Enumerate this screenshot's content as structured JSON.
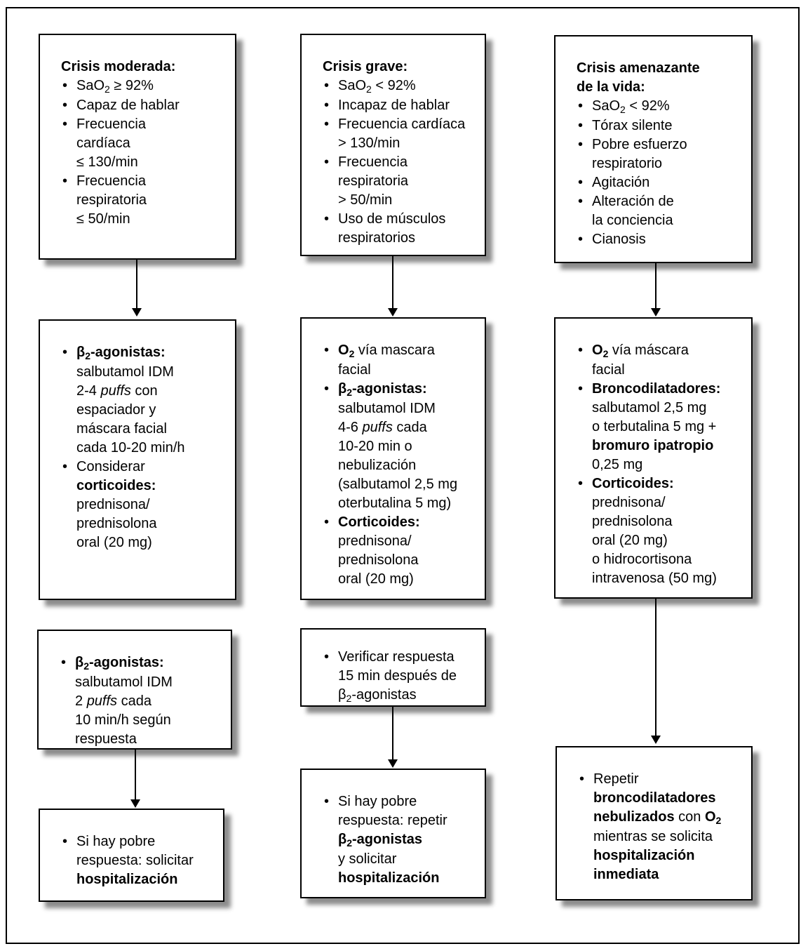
{
  "figure": {
    "kind": "clinical-flowchart",
    "language": "es",
    "description": "Manejo de la crisis de asma según gravedad"
  },
  "colors": {
    "border": "#000000",
    "background": "#ffffff",
    "shadow": "#999999",
    "text": "#000000"
  },
  "columns": [
    {
      "name": "Crisis moderada",
      "boxes": [
        {
          "id": "moderada-criterios",
          "title": "Crisis moderada:",
          "items": [
            [
              {
                "t": "SaO",
                "s": ""
              },
              {
                "t": "2",
                "s": "sub"
              },
              {
                "t": " ≥ 92%",
                "s": ""
              }
            ],
            [
              {
                "t": "Capaz de hablar",
                "s": ""
              }
            ],
            [
              {
                "t": "Frecuencia\ncardíaca\n≤ 130/min",
                "s": ""
              }
            ],
            [
              {
                "t": "Frecuencia\nrespiratoria\n≤ 50/min",
                "s": ""
              }
            ]
          ]
        },
        {
          "id": "moderada-tratamiento",
          "items": [
            [
              {
                "t": "β",
                "s": "b"
              },
              {
                "t": "2",
                "s": "b sub"
              },
              {
                "t": "-agonistas:",
                "s": "b"
              },
              {
                "t": "\nsalbutamol IDM\n2-4 ",
                "s": ""
              },
              {
                "t": "puffs",
                "s": "i"
              },
              {
                "t": " con\nespaciador y\nmáscara facial\ncada 10-20 min/h",
                "s": ""
              }
            ],
            [
              {
                "t": "Considerar\n",
                "s": ""
              },
              {
                "t": "corticoides:",
                "s": "b"
              },
              {
                "t": "\nprednisona/\nprednisolona\noral (20 mg)",
                "s": ""
              }
            ]
          ]
        },
        {
          "id": "moderada-seguimiento",
          "items": [
            [
              {
                "t": "β",
                "s": "b"
              },
              {
                "t": "2",
                "s": "b sub"
              },
              {
                "t": "-agonistas:",
                "s": "b"
              },
              {
                "t": "\nsalbutamol IDM\n2 ",
                "s": ""
              },
              {
                "t": "puffs",
                "s": "i"
              },
              {
                "t": " cada\n10 min/h según\nrespuesta",
                "s": ""
              }
            ]
          ]
        },
        {
          "id": "moderada-derivacion",
          "items": [
            [
              {
                "t": "Si hay pobre\nrespuesta: solicitar\n",
                "s": ""
              },
              {
                "t": "hospitalización",
                "s": "b"
              }
            ]
          ]
        }
      ]
    },
    {
      "name": "Crisis grave",
      "boxes": [
        {
          "id": "grave-criterios",
          "title": "Crisis grave:",
          "items": [
            [
              {
                "t": "SaO",
                "s": ""
              },
              {
                "t": "2",
                "s": "sub"
              },
              {
                "t": " < 92%",
                "s": ""
              }
            ],
            [
              {
                "t": "Incapaz de hablar",
                "s": ""
              }
            ],
            [
              {
                "t": "Frecuencia cardíaca\n> 130/min",
                "s": ""
              }
            ],
            [
              {
                "t": "Frecuencia\nrespiratoria\n> 50/min",
                "s": ""
              }
            ],
            [
              {
                "t": "Uso de músculos\nrespiratorios",
                "s": ""
              }
            ]
          ]
        },
        {
          "id": "grave-tratamiento",
          "items": [
            [
              {
                "t": "O",
                "s": "b"
              },
              {
                "t": "2",
                "s": "b sub"
              },
              {
                "t": " vía mascara\nfacial",
                "s": ""
              }
            ],
            [
              {
                "t": "β",
                "s": "b"
              },
              {
                "t": "2",
                "s": "b sub"
              },
              {
                "t": "-agonistas:",
                "s": "b"
              },
              {
                "t": "\nsalbutamol IDM\n4-6 ",
                "s": ""
              },
              {
                "t": "puffs",
                "s": "i"
              },
              {
                "t": " cada\n10-20 min o\nnebulización\n(salbutamol 2,5 mg\noterbutalina 5 mg)",
                "s": ""
              }
            ],
            [
              {
                "t": "Corticoides:",
                "s": "b"
              },
              {
                "t": "\nprednisona/\nprednisolona\noral (20 mg)",
                "s": ""
              }
            ]
          ]
        },
        {
          "id": "grave-verificacion",
          "items": [
            [
              {
                "t": "Verificar respuesta\n15 min después de\nβ",
                "s": ""
              },
              {
                "t": "2",
                "s": "sub"
              },
              {
                "t": "-agonistas",
                "s": ""
              }
            ]
          ]
        },
        {
          "id": "grave-derivacion",
          "items": [
            [
              {
                "t": "Si hay pobre\nrespuesta: repetir\n",
                "s": ""
              },
              {
                "t": "β",
                "s": "b"
              },
              {
                "t": "2",
                "s": "b sub"
              },
              {
                "t": "-agonistas",
                "s": "b"
              },
              {
                "t": "\ny solicitar\n",
                "s": ""
              },
              {
                "t": "hospitalización",
                "s": "b"
              }
            ]
          ]
        }
      ]
    },
    {
      "name": "Crisis amenazante de la vida",
      "boxes": [
        {
          "id": "amenazante-criterios",
          "title": "Crisis amenazante\nde la vida:",
          "items": [
            [
              {
                "t": "SaO",
                "s": ""
              },
              {
                "t": "2",
                "s": "sub"
              },
              {
                "t": " < 92%",
                "s": ""
              }
            ],
            [
              {
                "t": "Tórax silente",
                "s": ""
              }
            ],
            [
              {
                "t": "Pobre esfuerzo\nrespiratorio",
                "s": ""
              }
            ],
            [
              {
                "t": "Agitación",
                "s": ""
              }
            ],
            [
              {
                "t": "Alteración de\nla conciencia",
                "s": ""
              }
            ],
            [
              {
                "t": "Cianosis",
                "s": ""
              }
            ]
          ]
        },
        {
          "id": "amenazante-tratamiento",
          "items": [
            [
              {
                "t": "O",
                "s": "b"
              },
              {
                "t": "2",
                "s": "b sub"
              },
              {
                "t": " vía máscara\nfacial",
                "s": ""
              }
            ],
            [
              {
                "t": "Broncodilatadores:",
                "s": "b"
              },
              {
                "t": "\nsalbutamol 2,5 mg\no terbutalina 5 mg +\n",
                "s": ""
              },
              {
                "t": "bromuro ipatropio",
                "s": "b"
              },
              {
                "t": "\n0,25 mg",
                "s": ""
              }
            ],
            [
              {
                "t": "Corticoides:",
                "s": "b"
              },
              {
                "t": "\nprednisona/\nprednisolona\noral (20 mg)\no hidrocortisona\nintravenosa (50 mg)",
                "s": ""
              }
            ]
          ]
        },
        {
          "id": "amenazante-derivacion",
          "items": [
            [
              {
                "t": "Repetir\n",
                "s": ""
              },
              {
                "t": "broncodilatadores\nnebulizados",
                "s": "b"
              },
              {
                "t": " con ",
                "s": ""
              },
              {
                "t": "O",
                "s": "b"
              },
              {
                "t": "2",
                "s": "b sub"
              },
              {
                "t": "\nmientras se solicita\n",
                "s": ""
              },
              {
                "t": "hospitalización\ninmediata",
                "s": "b"
              }
            ]
          ]
        }
      ]
    }
  ],
  "arrows": [
    {
      "from": "moderada-criterios",
      "to": "moderada-tratamiento"
    },
    {
      "from": "grave-criterios",
      "to": "grave-tratamiento"
    },
    {
      "from": "amenazante-criterios",
      "to": "amenazante-tratamiento"
    },
    {
      "from": "moderada-seguimiento",
      "to": "moderada-derivacion"
    },
    {
      "from": "grave-verificacion",
      "to": "grave-derivacion"
    },
    {
      "from": "amenazante-tratamiento",
      "to": "amenazante-derivacion"
    }
  ]
}
